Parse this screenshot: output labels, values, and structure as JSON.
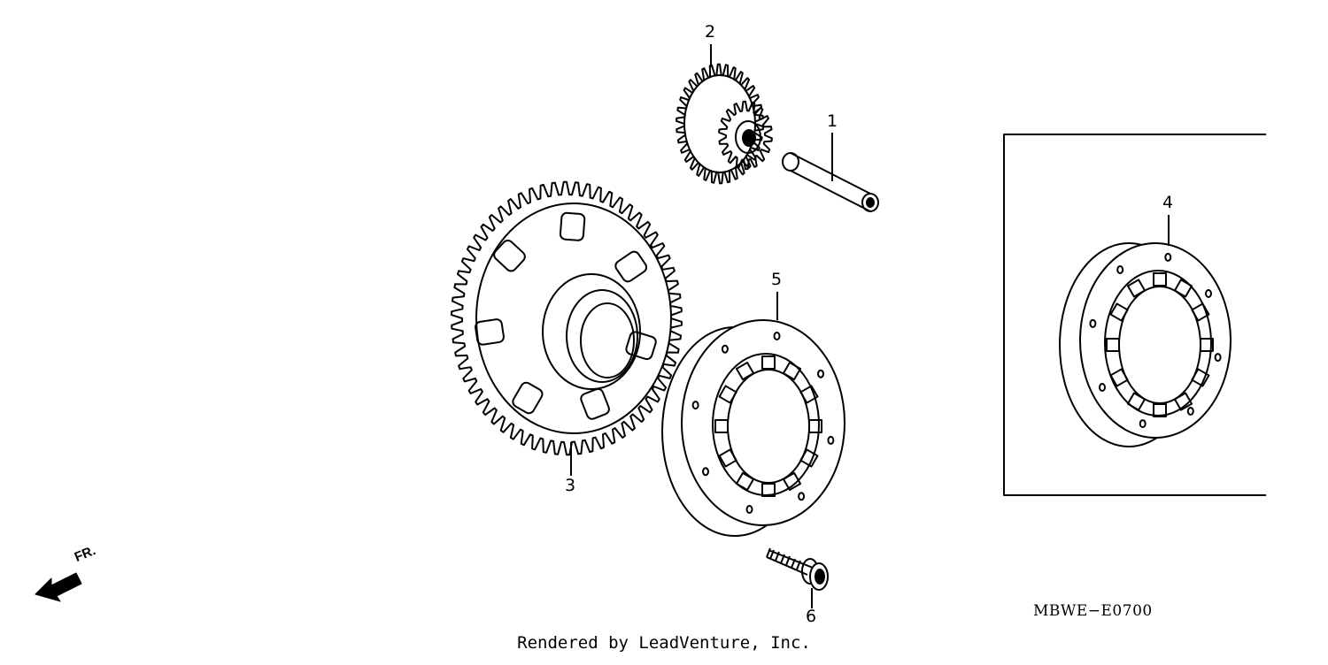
{
  "callouts": {
    "p1": "1",
    "p2": "2",
    "p3": "3",
    "p4": "4",
    "p5": "5",
    "p6": "6"
  },
  "diagram_code": "MBWE−E0700",
  "direction_label": "FR.",
  "credit": "Rendered by LeadVenture, Inc.",
  "colors": {
    "line": "#000000",
    "background": "#ffffff"
  }
}
